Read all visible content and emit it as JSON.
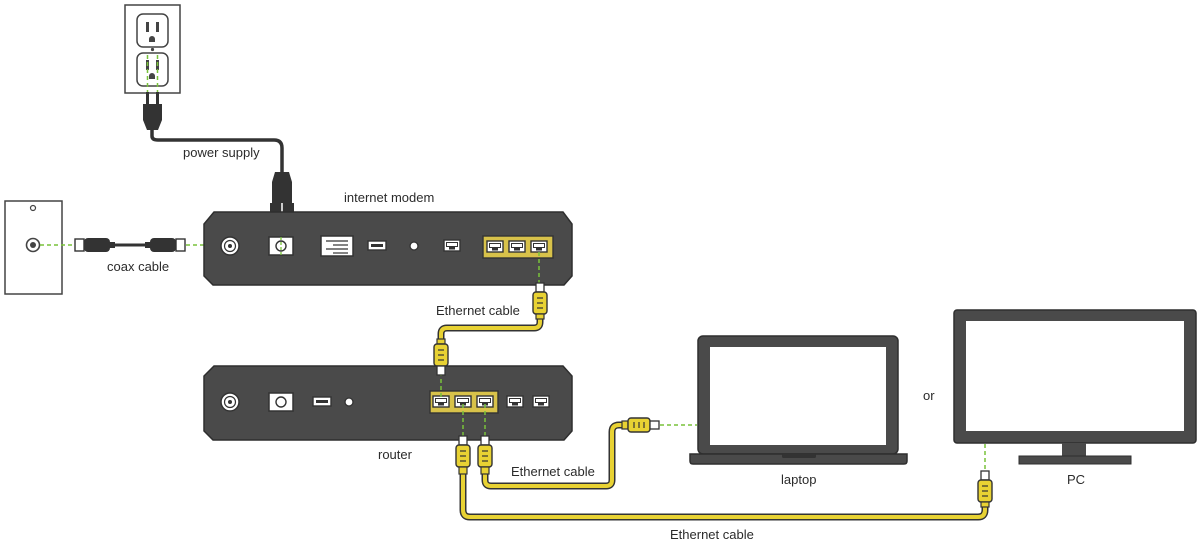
{
  "labels": {
    "power_supply": "power supply",
    "internet_modem": "internet modem",
    "coax_cable": "coax cable",
    "ethernet_cable_modem_router": "Ethernet cable",
    "router": "router",
    "ethernet_cable_laptop": "Ethernet cable",
    "laptop": "laptop",
    "or": "or",
    "pc": "PC",
    "ethernet_cable_pc": "Ethernet cable"
  },
  "colors": {
    "device_body": "#4a4a4a",
    "device_outline": "#2e2e2e",
    "ethernet_port_highlight": "#d8c24a",
    "ethernet_cable": "#e8d233",
    "cable_outline": "#333333",
    "power_cable": "#333333",
    "guide_dash": "#79c23a"
  },
  "icons": [
    "wall-outlet-icon",
    "power-plug-icon",
    "coax-wall-plate-icon",
    "coax-connector-icon",
    "ethernet-plug-icon",
    "laptop-icon",
    "monitor-icon"
  ]
}
